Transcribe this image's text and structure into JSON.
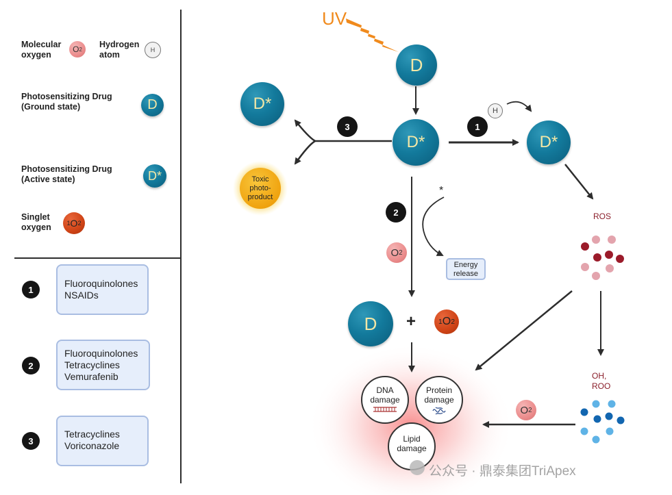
{
  "legend": {
    "molecular_oxygen": "Molecular oxygen",
    "o2_symbol": "O",
    "o2_sub": "2",
    "hydrogen_atom": "Hydrogen atom",
    "h_symbol": "H",
    "ground_state": "Photosensitizing Drug (Ground state)",
    "d_symbol": "D",
    "active_state": "Photosensitizing Drug (Active state)",
    "dstar_symbol": "D*",
    "singlet_oxygen": "Singlet oxygen",
    "so2_sup": "1",
    "so2_symbol": "O",
    "so2_sub": "2"
  },
  "pathways": [
    {
      "number": "1",
      "drugs": "Fluoroquinolones NSAIDs"
    },
    {
      "number": "2",
      "drugs": "Fluoroquinolones Tetracyclines Vemurafenib"
    },
    {
      "number": "3",
      "drugs": "Tetracyclines Voriconazole"
    }
  ],
  "diagram": {
    "uv": "UV",
    "d": "D",
    "dstar": "D*",
    "h": "H",
    "toxic": "Toxic photo-product",
    "asterisk": "*",
    "energy": "Energy release",
    "o2": "O",
    "o2_sub": "2",
    "ros": "ROS",
    "plus": "+",
    "so2_sup": "1",
    "so2": "O",
    "so2_sub": "2",
    "oh_roo": "OH, ROO",
    "dna": "DNA damage",
    "protein": "Protein damage",
    "lipid": "Lipid damage",
    "watermark": "公众号 · 鼎泰集团TriApex"
  },
  "colors": {
    "drug": "#137a9c",
    "drug_text": "#f3e7a6",
    "oxygen": "#eb8d8d",
    "singlet_oxygen": "#cf4316",
    "uv": "#f08a1c",
    "toxic": "#f4b81c",
    "box_fill": "#e6eefb",
    "ros_dark": "#9b1b2a",
    "ros_light": "#e3a4ad",
    "oh_dark": "#1266b0",
    "oh_light": "#5fb3e6",
    "damage_glow": "#f56a6a"
  }
}
